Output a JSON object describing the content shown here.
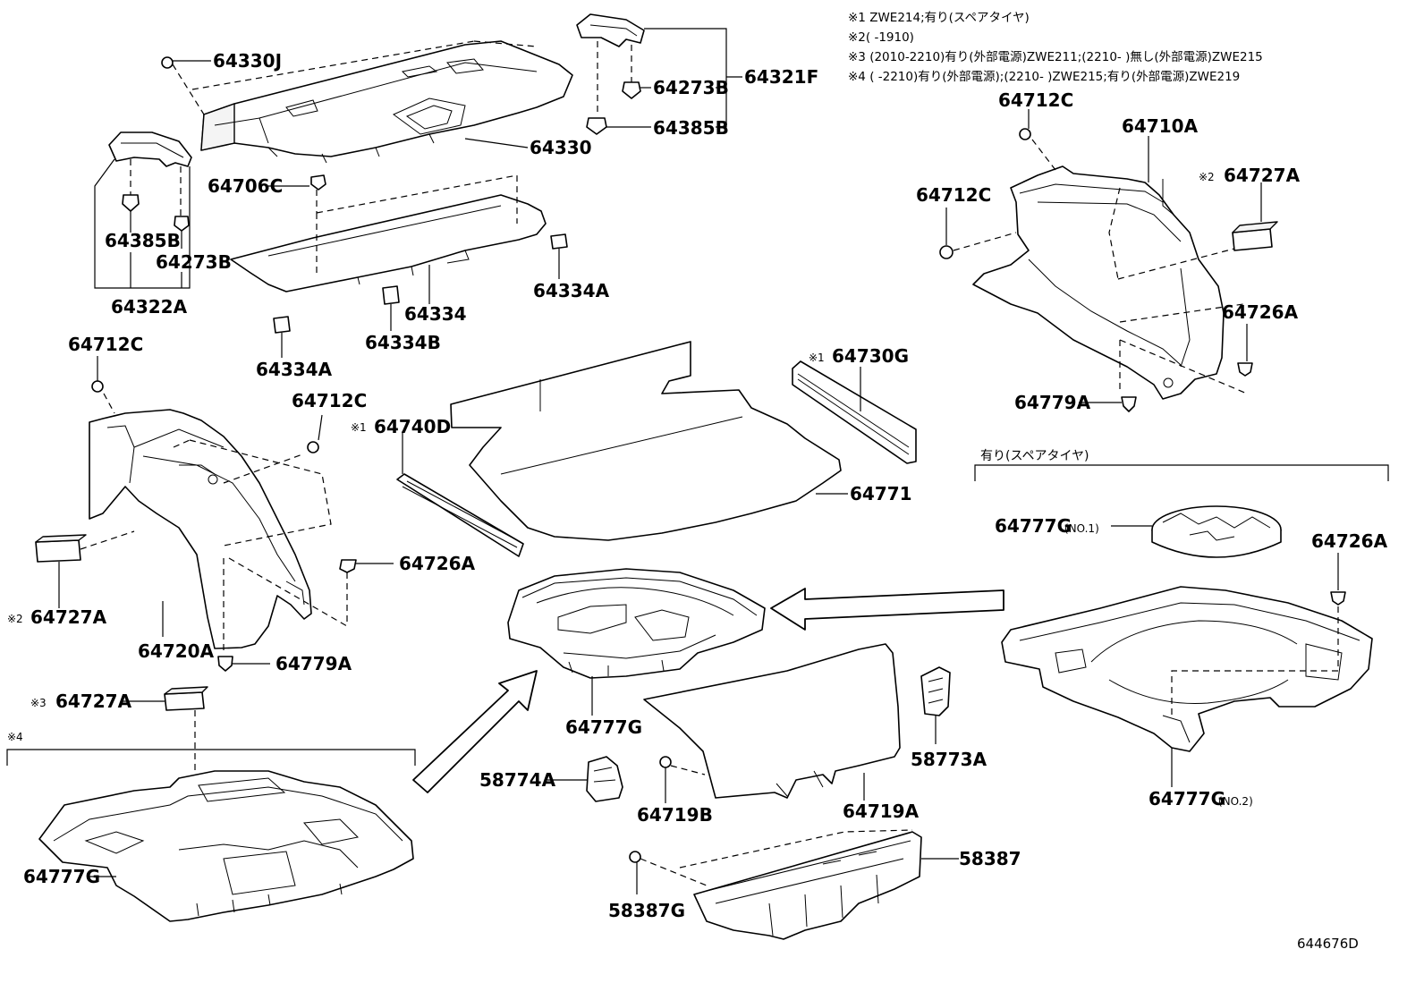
{
  "notes": [
    "※1 ZWE214;有り(スペアタイヤ)",
    "※2(      -1910)",
    "※3 (2010-2210)有り(外部電源)ZWE211;(2210-       )無し(外部電源)ZWE215",
    "※4 (        -2210)有り(外部電源);(2210-        )ZWE215;有り(外部電源)ZWE219"
  ],
  "labels": {
    "p64330J": "64330J",
    "p64330": "64330",
    "p64273B_top": "64273B",
    "p64321F": "64321F",
    "p64385B_top": "64385B",
    "p64706C": "64706C",
    "p64385B_left": "64385B",
    "p64273B_left": "64273B",
    "p64322A": "64322A",
    "p64334": "64334",
    "p64334A_right": "64334A",
    "p64334B": "64334B",
    "p64334A_left": "64334A",
    "p64712C_a": "64712C",
    "p64712C_b": "64712C",
    "p64712C_c": "64712C",
    "p64712C_d": "64712C",
    "p64710A": "64710A",
    "p64727A_r_mark": "※2",
    "p64727A_r": "64727A",
    "p64726A_r": "64726A",
    "p64779A_r": "64779A",
    "p64730G_mark": "※1",
    "p64730G": "64730G",
    "p64740D_mark": "※1",
    "p64740D": "64740D",
    "p64771": "64771",
    "p64726A_l": "64726A",
    "p64727A_l_mark": "※2",
    "p64727A_l": "64727A",
    "p64720A": "64720A",
    "p64779A_l": "64779A",
    "p64727A_b_mark": "※3",
    "p64727A_b": "64727A",
    "note4_mark": "※4",
    "p64777G_bl": "64777G",
    "p64777G_c": "64777G",
    "p58774A": "58774A",
    "p64719B": "64719B",
    "p64719A": "64719A",
    "p58773A": "58773A",
    "p58387": "58387",
    "p58387G": "58387G",
    "spare_header": "有り(スペアタイヤ)",
    "p64777G_no1": "64777G",
    "p64777G_no1_sfx": "(NO.1)",
    "p64726A_sp": "64726A",
    "p64777G_no2": "64777G",
    "p64777G_no2_sfx": "(NO.2)"
  },
  "diagram_code": "644676D"
}
